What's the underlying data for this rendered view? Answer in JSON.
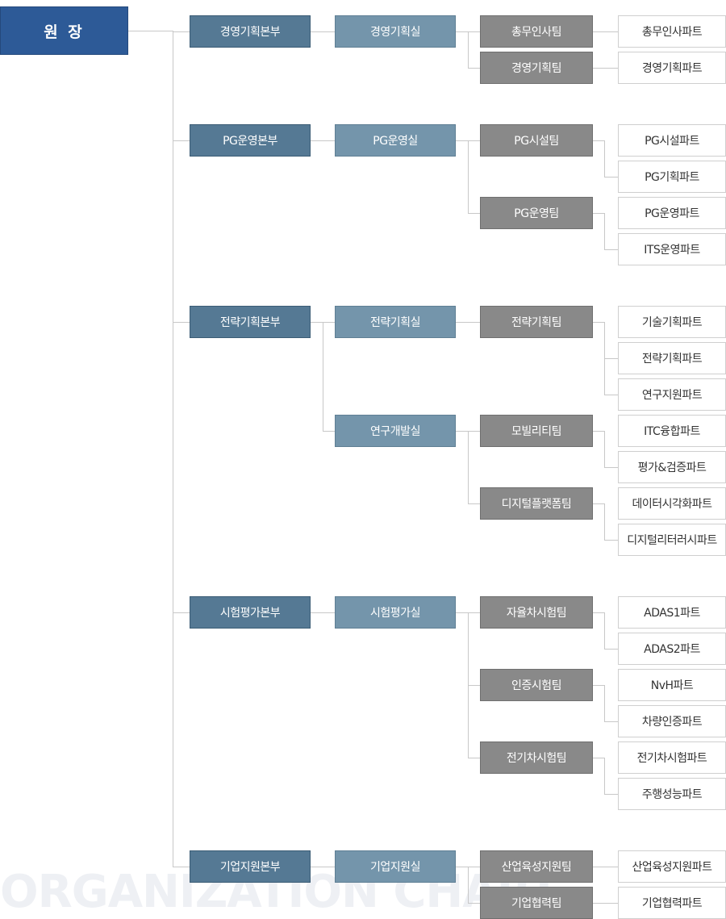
{
  "root": "원 장",
  "watermark": "ORGANIZATION CHART",
  "divisions": [
    {
      "name": "경영기획본부",
      "offices": [
        {
          "name": "경영기획실",
          "teams": [
            {
              "name": "총무인사팀",
              "parts": [
                "총무인사파트"
              ]
            },
            {
              "name": "경영기획팀",
              "parts": [
                "경영기획파트"
              ]
            }
          ]
        }
      ]
    },
    {
      "name": "PG운영본부",
      "offices": [
        {
          "name": "PG운영실",
          "teams": [
            {
              "name": "PG시설팀",
              "parts": [
                "PG시설파트",
                "PG기획파트"
              ]
            },
            {
              "name": "PG운영팀",
              "parts": [
                "PG운영파트",
                "ITS운영파트"
              ]
            }
          ]
        }
      ]
    },
    {
      "name": "전략기획본부",
      "offices": [
        {
          "name": "전략기획실",
          "teams": [
            {
              "name": "전략기획팀",
              "parts": [
                "기술기획파트",
                "전략기획파트",
                "연구지원파트"
              ]
            }
          ]
        },
        {
          "name": "연구개발실",
          "teams": [
            {
              "name": "모빌리티팀",
              "parts": [
                "ITC융합파트",
                "평가&검증파트"
              ]
            },
            {
              "name": "디지털플랫폼팀",
              "parts": [
                "데이터시각화파트",
                "디지털리터러시파트"
              ]
            }
          ]
        }
      ]
    },
    {
      "name": "시험평가본부",
      "offices": [
        {
          "name": "시험평가실",
          "teams": [
            {
              "name": "자율차시험팀",
              "parts": [
                "ADAS1파트",
                "ADAS2파트"
              ]
            },
            {
              "name": "인증시험팀",
              "parts": [
                "NvH파트",
                "차량인증파트"
              ]
            },
            {
              "name": "전기차시험팀",
              "parts": [
                "전기차시험파트",
                "주행성능파트"
              ]
            }
          ]
        }
      ]
    },
    {
      "name": "기업지원본부",
      "offices": [
        {
          "name": "기업지원실",
          "teams": [
            {
              "name": "산업육성지원팀",
              "parts": [
                "산업육성지원파트"
              ]
            },
            {
              "name": "기업협력팀",
              "parts": [
                "기업협력파트"
              ]
            }
          ]
        }
      ]
    }
  ]
}
